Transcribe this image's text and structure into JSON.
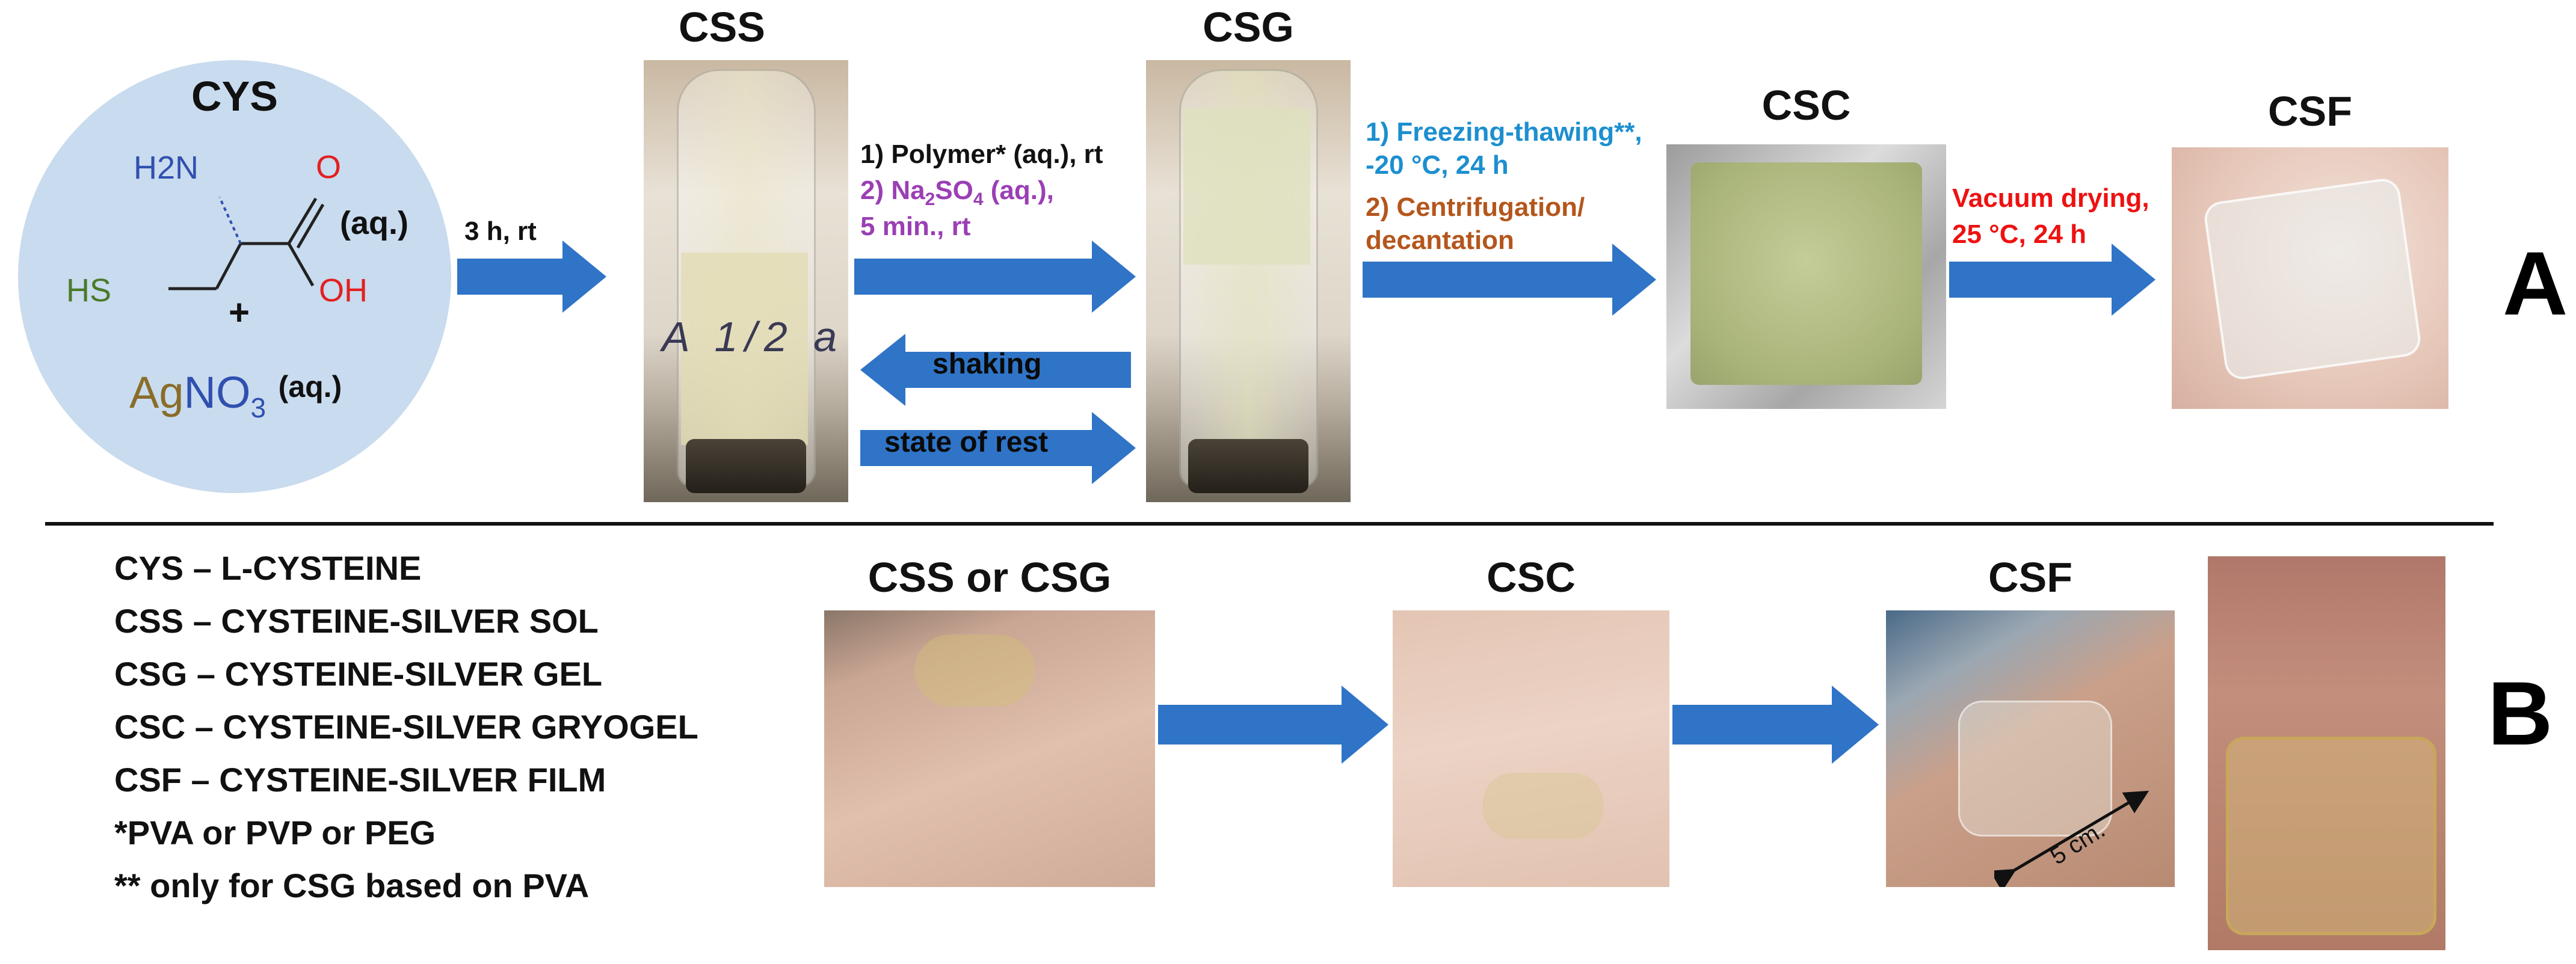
{
  "colors": {
    "arrow": "#2f74c6",
    "arrow_text": "#0a0a0a",
    "cys_circle": "#c9dbee",
    "blue_text": "#1c8fcf",
    "purple_text": "#9a3fb4",
    "brown_text": "#b4561c",
    "red_text": "#ee1111",
    "black_text": "#111111"
  },
  "panel_a": {
    "letter": "A",
    "cys_title": "CYS",
    "molecule": {
      "amine": "H2N",
      "thiol": "HS",
      "oxo": "O",
      "hydroxyl": "OH",
      "aq": "(aq.)"
    },
    "plus": "+",
    "agno3": {
      "ag": "Ag",
      "no": "NO",
      "sub": "3",
      "aq": "(aq.)"
    },
    "step1": "3 h, rt",
    "css_title": "CSS",
    "css_note": "A 1/2 a",
    "csg_title": "CSG",
    "step2_line1": "1) Polymer* (aq.), rt",
    "step2_line2_pre": "2) Na",
    "step2_line2_sub1": "2",
    "step2_line2_mid": "SO",
    "step2_line2_sub2": "4",
    "step2_line2_post": " (aq.),",
    "step2_line3": "5 min., rt",
    "shaking": "shaking",
    "state_of_rest": "state of rest",
    "step3_line1": "1) Freezing-thawing**,",
    "step3_line2": "-20 °C, 24 h",
    "step3_line3": "2) Centrifugation/",
    "step3_line4": "decantation",
    "csc_title": "CSC",
    "step4_line1": "Vacuum drying,",
    "step4_line2": "25 °C, 24 h",
    "csf_title": "CSF"
  },
  "panel_b": {
    "letter": "B",
    "legend": [
      "CYS – L-CYSTEINE",
      "CSS – CYSTEINE-SILVER SOL",
      "CSG – CYSTEINE-SILVER GEL",
      "CSC – CYSTEINE-SILVER GRYOGEL",
      "CSF – CYSTEINE-SILVER FILM",
      "*PVA or PVP or PEG",
      "** only for CSG based on PVA"
    ],
    "photo1_title": "CSS or CSG",
    "photo2_title": "CSC",
    "photo3_title": "CSF",
    "scale_label": "5 cm."
  }
}
